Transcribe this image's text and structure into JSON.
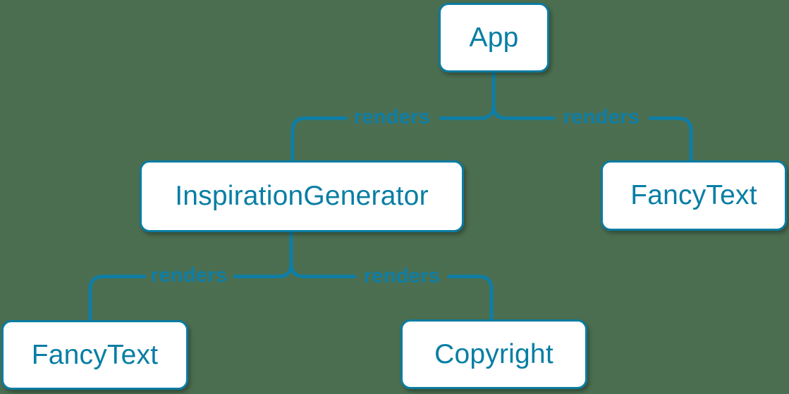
{
  "diagram": {
    "type": "component-render-tree",
    "colors": {
      "background": "#4b6e50",
      "accent_blue": "#0e7ea6",
      "node_text": "#087ea4",
      "node_fill": "#ffffff",
      "node_border": "#0a7ca2"
    },
    "nodes": [
      {
        "id": "app",
        "label": "App"
      },
      {
        "id": "inspiration-generator",
        "label": "InspirationGenerator"
      },
      {
        "id": "fancy-text-top-right",
        "label": "FancyText"
      },
      {
        "id": "fancy-text-bottom-left",
        "label": "FancyText"
      },
      {
        "id": "copyright",
        "label": "Copyright"
      }
    ],
    "edges": [
      {
        "from": "App",
        "to": "InspirationGenerator",
        "label": "renders"
      },
      {
        "from": "App",
        "to": "FancyText",
        "label": "renders"
      },
      {
        "from": "InspirationGenerator",
        "to": "FancyText",
        "label": "renders"
      },
      {
        "from": "InspirationGenerator",
        "to": "Copyright",
        "label": "renders"
      }
    ]
  }
}
